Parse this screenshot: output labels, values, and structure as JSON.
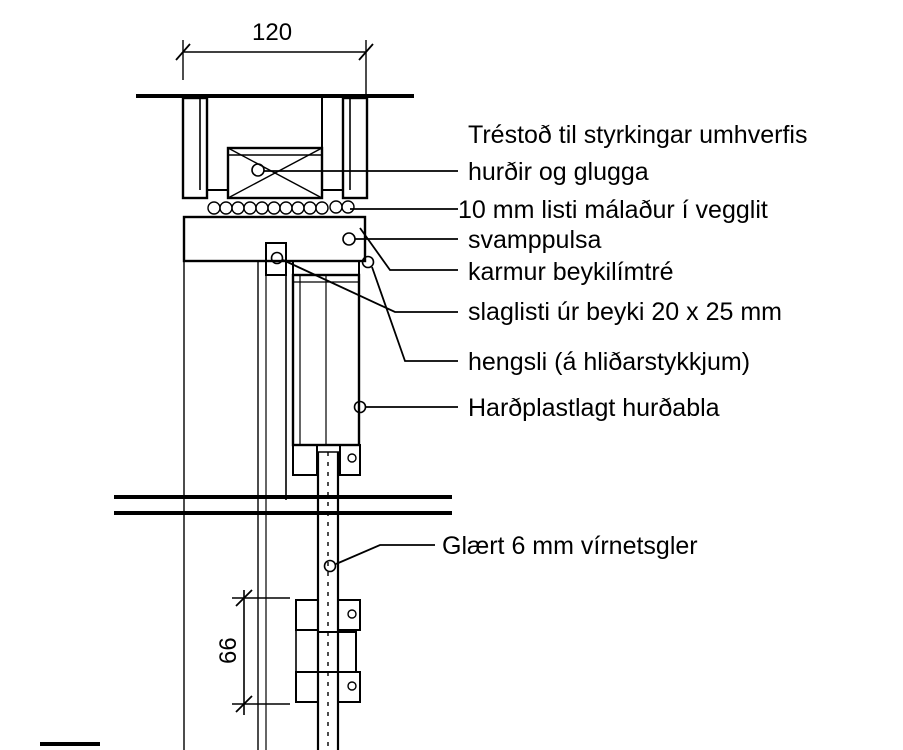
{
  "dimensions": {
    "top_width": "120",
    "side_height": "66"
  },
  "labels": {
    "stud_line1": "Tréstoð til styrkingar umhverfis",
    "stud_line2": "hurðir og glugga",
    "trim": "10 mm listi málaður í vegglit",
    "sponge": "svamppulsa",
    "frame": "karmur beykilímtré",
    "stop": "slaglisti úr beyki 20 x 25 mm",
    "hinge": "hengsli (á hliðarstykkjum)",
    "door_leaf": "Harðplastlagt hurðabla",
    "glass": "Glært 6 mm vírnetsgler"
  }
}
